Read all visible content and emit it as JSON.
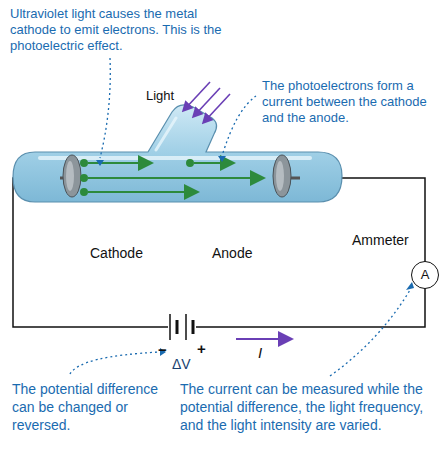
{
  "diagram": {
    "nodes": [
      {
        "text": [
          "A"
        ]
      }
    ],
    "labels": [
      "Ultraviolet light causes the metal cathode to emit electrons. This is the photoelectric effect.",
      "Light",
      "The photoelectrons form a current between the cathode and the anode.",
      "Cathode",
      "Anode",
      "Ammeter",
      "−",
      "+",
      "ΔV",
      "I",
      "The potential difference can be changed or reversed.",
      "The current can be measured while the potential difference, the light frequency, and the light intensity are varied."
    ]
  }
}
